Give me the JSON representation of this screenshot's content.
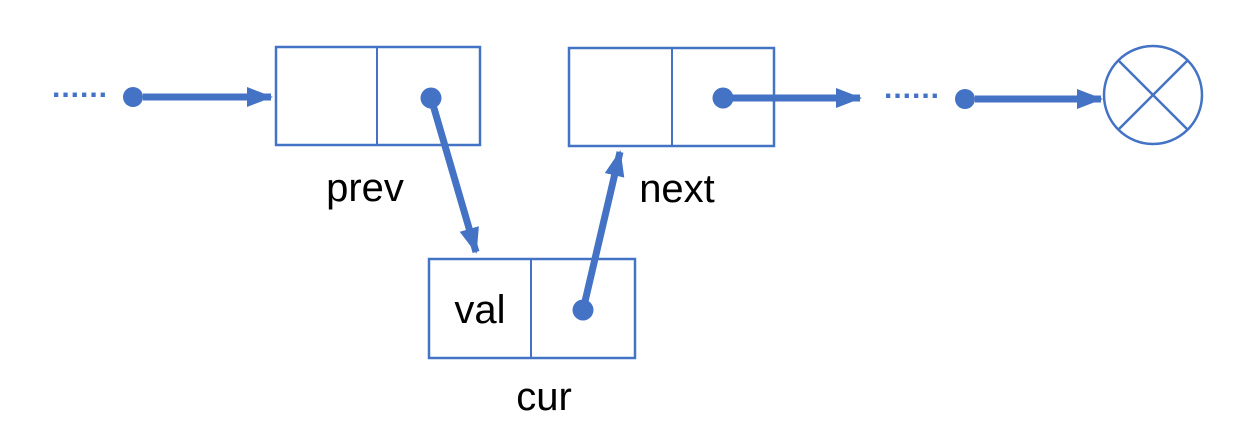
{
  "colors": {
    "accent": "#4472C4",
    "label_text": "#000000",
    "background": "#FFFFFF"
  },
  "diagram": {
    "type": "linked-list",
    "description": "Singly linked list diagram: prev node points down to cur node, cur node points up to next node, list continues to a null terminator drawn as a circle with an X",
    "labels": {
      "prev": "prev",
      "cur": "cur",
      "next": "next",
      "val": "val",
      "ellipsis_left": "......",
      "ellipsis_right": "......"
    },
    "nodes": [
      {
        "id": "prev",
        "cells": [
          "",
          "pointer-dot"
        ],
        "points_to": "cur"
      },
      {
        "id": "cur",
        "cells": [
          "val",
          "pointer-dot"
        ],
        "points_to": "next"
      },
      {
        "id": "next",
        "cells": [
          "",
          "pointer-dot"
        ],
        "points_to": "ellipsis-right"
      }
    ],
    "terminator": "null-circle-x"
  }
}
